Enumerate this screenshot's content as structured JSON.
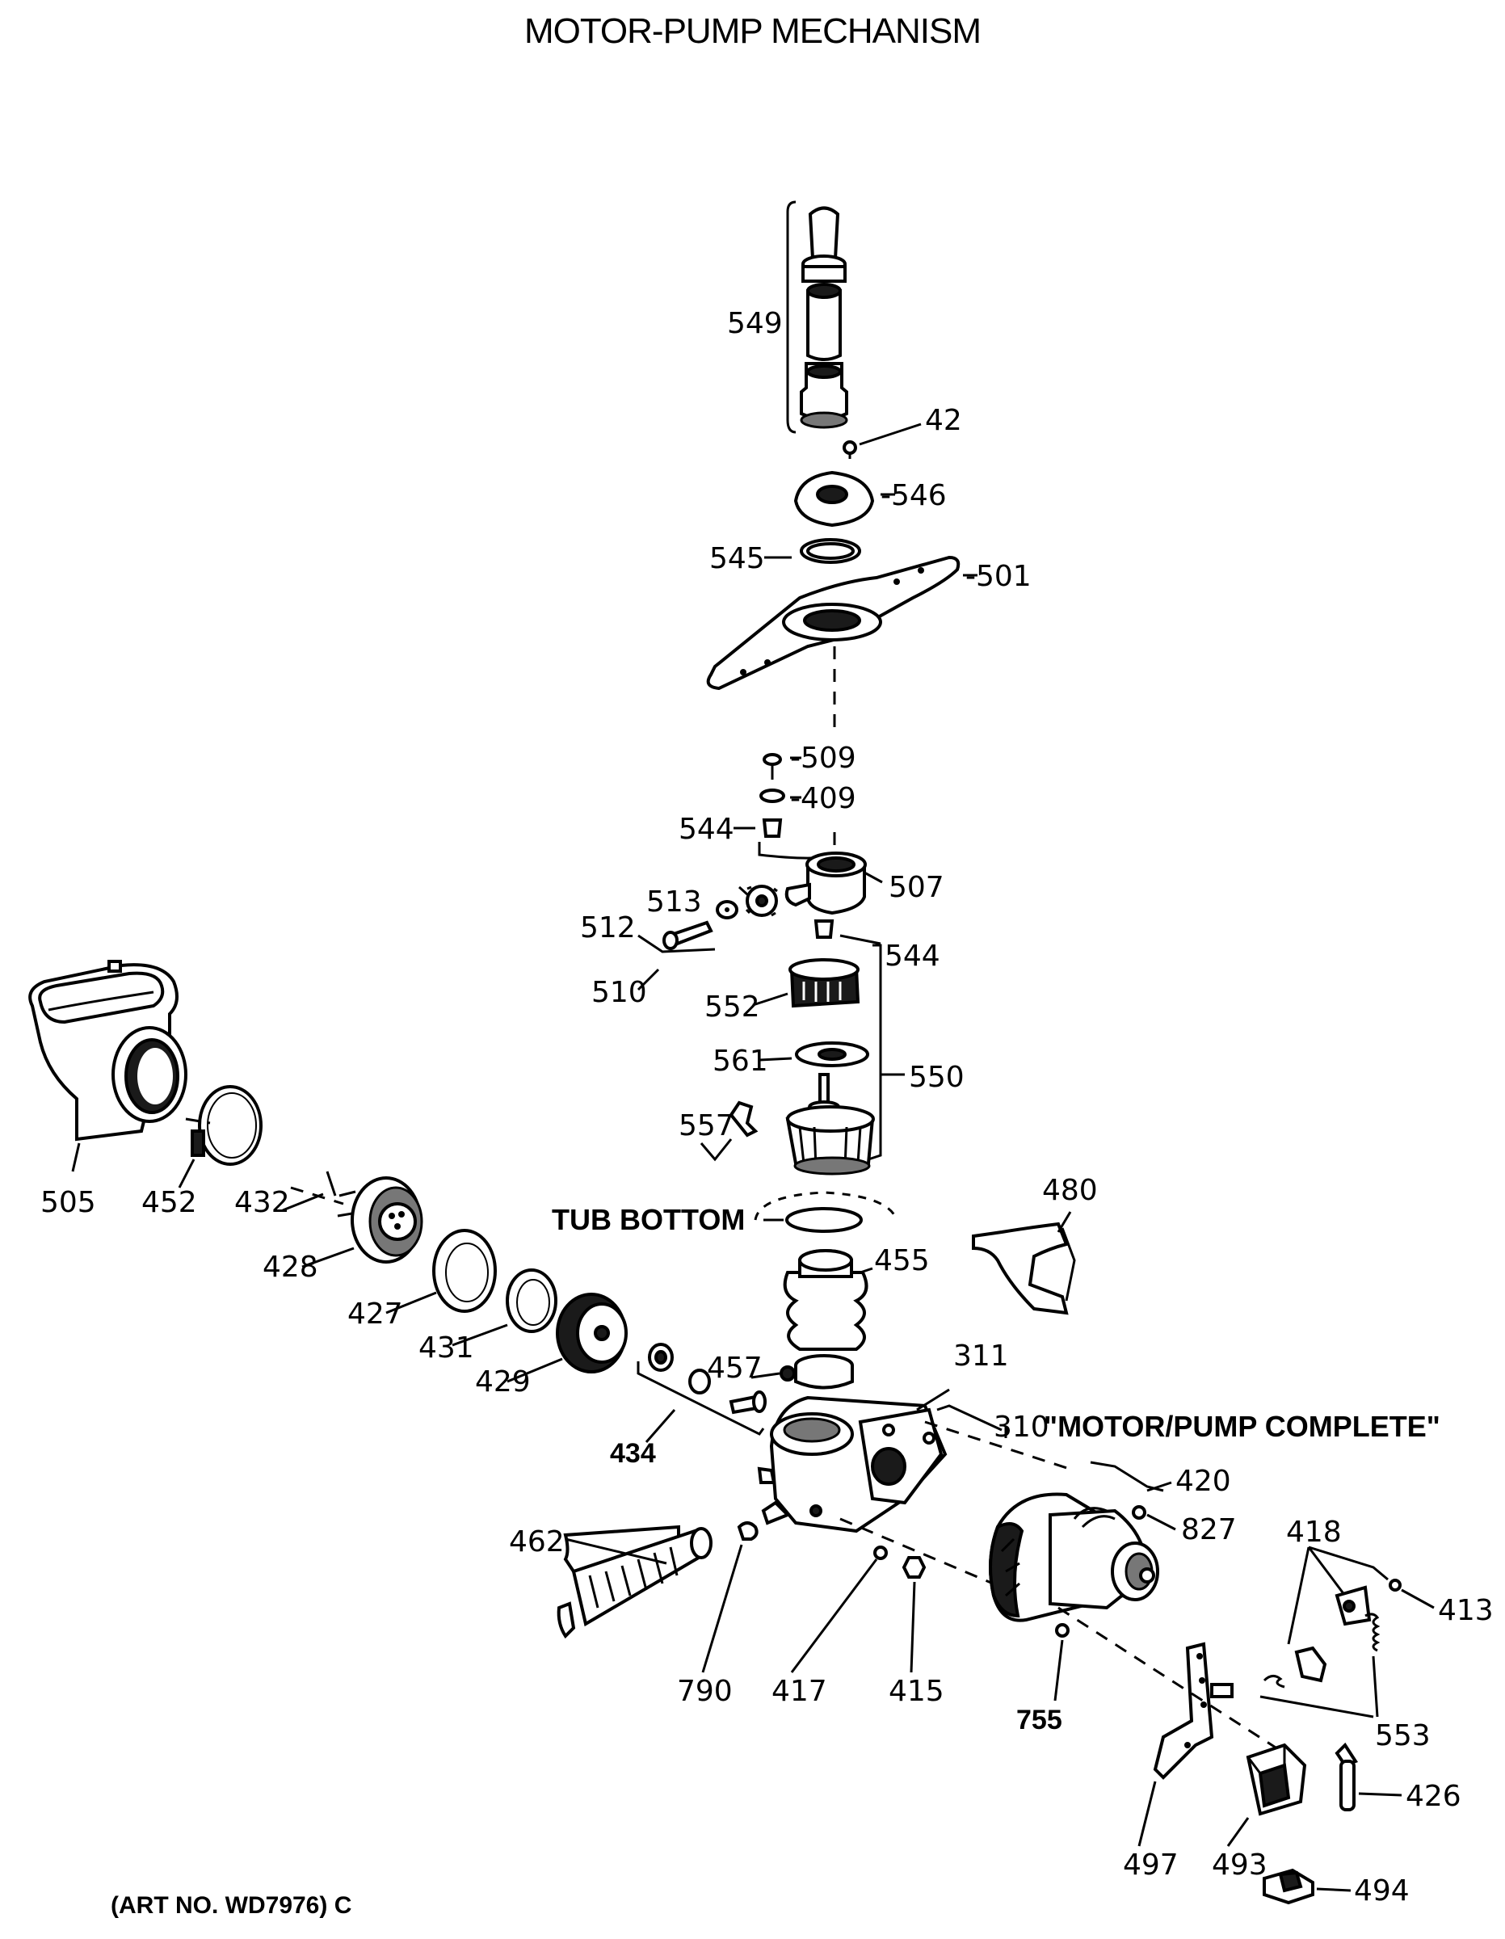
{
  "title": "MOTOR-PUMP MECHANISM",
  "art_number": "(ART NO. WD7976) C",
  "notes": {
    "tub_bottom": "TUB BOTTOM",
    "motor_pump_complete": "\"MOTOR/PUMP COMPLETE\""
  },
  "parts": {
    "p549": "549",
    "p42": "42",
    "p546": "-546",
    "p545": "545",
    "p501": "-501",
    "p509": "-509",
    "p409": "-409",
    "p544a": "544",
    "p507": "507",
    "p513": "513",
    "p512": "512",
    "p544b": "544",
    "p510": "510",
    "p552": "552",
    "p561": "561",
    "p550": "550",
    "p557": "557",
    "p480": "480",
    "p505": "505",
    "p452": "452",
    "p432": "432",
    "p428": "428",
    "p427": "427",
    "p431": "431",
    "p429": "429",
    "p455": "455",
    "p457": "457",
    "p311": "311",
    "p310": "310",
    "p434": "434",
    "p420": "420",
    "p827": "827",
    "p418": "418",
    "p413": "413",
    "p462": "462",
    "p790": "790",
    "p417": "417",
    "p415": "415",
    "p755": "755",
    "p553": "553",
    "p426": "426",
    "p497": "497",
    "p493": "493",
    "p494": "494"
  }
}
